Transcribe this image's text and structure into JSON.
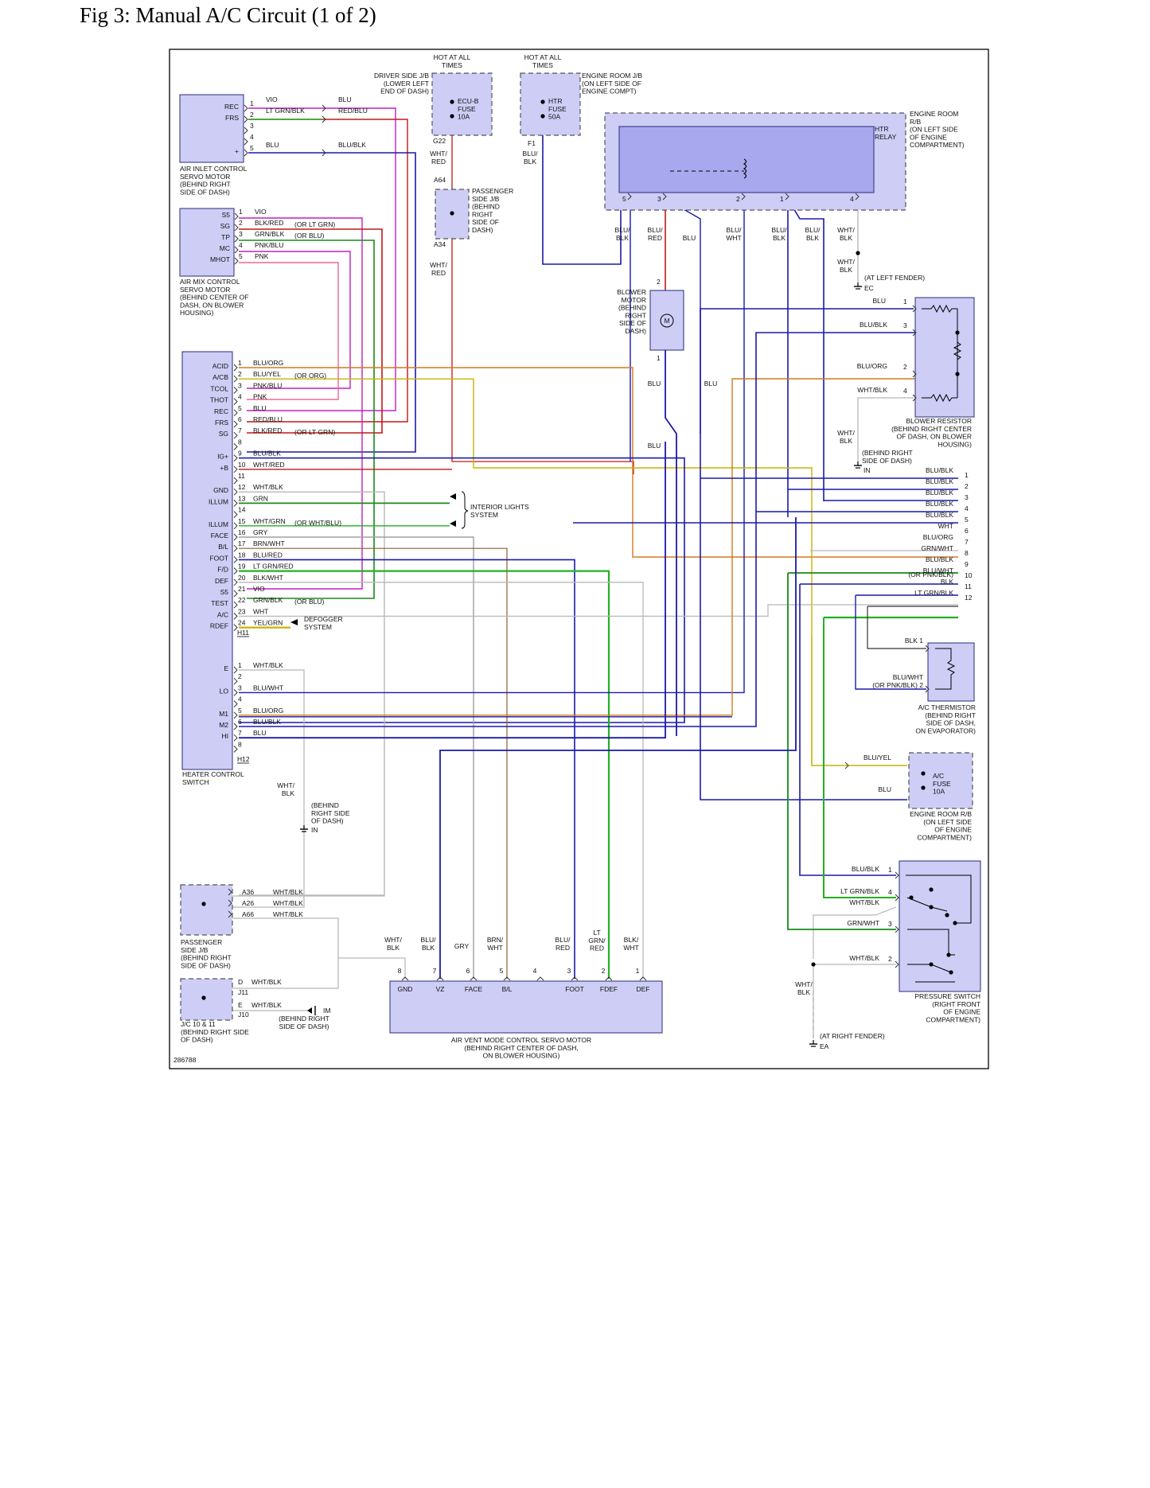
{
  "title": "Fig 3: Manual A/C Circuit (1 of 2)",
  "figure_id": "286788",
  "colors": {
    "VIO": "#c020c0",
    "BLU": "#1a1aa8",
    "LTGRN": "#22b022",
    "GRN": "#1a8a1a",
    "RED": "#c01818",
    "PNK": "#e86a9a",
    "ORG": "#d07a20",
    "YEL": "#c8b400",
    "BLK": "#333333",
    "WHT": "#b8b8b8",
    "GRY": "#a0a0a0",
    "BRN": "#8a6030",
    "BOX_FILL": "#cdcdf6",
    "RELAY_FILL": "#a8a8ee"
  },
  "supply": {
    "hot1": "HOT AT ALL\nTIMES",
    "hot2": "HOT AT ALL\nTIMES",
    "driver_jb": "DRIVER SIDE J/B\n(LOWER LEFT\nEND OF DASH)",
    "ecub_fuse": "ECU-B\nFUSE\n10A",
    "engine_jb": "ENGINE ROOM J/B\n(ON LEFT SIDE OF\nENGINE COMPT)",
    "htr_fuse": "HTR\nFUSE\n50A",
    "g22": "G22",
    "f1": "F1",
    "a64": "A64",
    "a34": "A34",
    "whtred_1": "WHT/\nRED",
    "blublk_1": "BLU/\nBLK",
    "whtred_2": "WHT/\nRED",
    "pass_jb": "PASSENGER\nSIDE J/B\n(BEHIND\nRIGHT\nSIDE OF\nDASH)"
  },
  "relay": {
    "box_label": "ENGINE ROOM\nR/B\n(ON LEFT SIDE\nOF ENGINE\nCOMPARTMENT)",
    "relay_label": "HTR\nRELAY",
    "pins": [
      "5",
      "3",
      "2",
      "1",
      "4"
    ],
    "wires": [
      "BLU/\nBLK",
      "BLU/\nRED",
      "BLU",
      "BLU/\nWHT",
      "BLU/\nBLK",
      "BLU/\nBLK",
      "WHT/\nBLK"
    ],
    "whtblk_down": "WHT/\nBLK",
    "fender": "(AT LEFT FENDER)",
    "ec": "EC"
  },
  "inlet": {
    "label": "AIR INLET CONTROL\nSERVO MOTOR\n(BEHIND RIGHT\nSIDE OF DASH)",
    "terms": [
      "REC",
      "FRS",
      "",
      "",
      "+"
    ],
    "pins": [
      "1",
      "2",
      "3",
      "4",
      "5"
    ],
    "colors": [
      "VIO",
      "LT GRN/BLK",
      "",
      "",
      "BLU"
    ],
    "far": [
      "BLU",
      "RED/BLU",
      "BLU/BLK"
    ]
  },
  "mix": {
    "label": "AIR MIX CONTROL\nSERVO MOTOR\n(BEHIND CENTER OF\nDASH, ON BLOWER\nHOUSING)",
    "terms": [
      "S5",
      "SG",
      "TP",
      "MC",
      "MHOT"
    ],
    "pins": [
      "1",
      "2",
      "3",
      "4",
      "5"
    ],
    "colors": [
      "VIO",
      "BLK/RED",
      "GRN/BLK",
      "PNK/BLU",
      "PNK"
    ],
    "notes": [
      "",
      "(OR LT GRN)",
      "(OR BLU)",
      "",
      ""
    ]
  },
  "heater": {
    "label": "HEATER CONTROL\nSWITCH",
    "terms": [
      "ACID",
      "A/CB",
      "TCOL",
      "THOT",
      "REC",
      "FRS",
      "SG",
      "",
      "IG+",
      "+B",
      "",
      "GND",
      "ILLUM",
      "",
      "ILLUM",
      "FACE",
      "B/L",
      "FOOT",
      "F/D",
      "DEF",
      "S5",
      "TEST",
      "A/C",
      "RDEF"
    ],
    "pins": [
      "1",
      "2",
      "3",
      "4",
      "5",
      "6",
      "7",
      "8",
      "9",
      "10",
      "11",
      "12",
      "13",
      "14",
      "15",
      "16",
      "17",
      "18",
      "19",
      "20",
      "21",
      "22",
      "23",
      "24"
    ],
    "colors": [
      "BLU/ORG",
      "BLU/YEL",
      "PNK/BLU",
      "PNK",
      "BLU",
      "RED/BLU",
      "BLK/RED",
      "",
      "BLU/BLK",
      "WHT/RED",
      "",
      "WHT/BLK",
      "GRN",
      "",
      "WHT/GRN",
      "GRY",
      "BRN/WHT",
      "BLU/RED",
      "LT GRN/RED",
      "BLK/WHT",
      "VIO",
      "GRN/BLK",
      "WHT",
      "YEL/GRN"
    ],
    "notes": {
      "2": "(OR ORG)",
      "7": "(OR LT GRN)",
      "15": "(OR WHT/BLU)",
      "22": "(OR BLU)"
    },
    "h11": "H11",
    "b_terms": [
      "E",
      "",
      "LO",
      "",
      "M1",
      "M2",
      "HI",
      ""
    ],
    "b_pins": [
      "1",
      "2",
      "3",
      "4",
      "5",
      "6",
      "7",
      "8"
    ],
    "b_colors": [
      "WHT/BLK",
      "",
      "BLU/WHT",
      "",
      "BLU/ORG",
      "BLU/BLK",
      "BLU",
      ""
    ],
    "h12": "H12",
    "interior": "INTERIOR LIGHTS\nSYSTEM",
    "defogger": "DEFOGGER\nSYSTEM",
    "gnd_wire": "WHT/\nBLK",
    "gnd_loc": "(BEHIND\nRIGHT SIDE\nOF DASH)",
    "in": "IN"
  },
  "blower": {
    "label": "BLOWER\nMOTOR\n(BEHIND\nRIGHT\nSIDE OF\nDASH)",
    "motor": "M",
    "pin_top": "2",
    "pin_bot": "1",
    "blu_a": "BLU",
    "blu_b": "BLU",
    "blu_c": "BLU"
  },
  "resistor": {
    "label": "BLOWER RESISTOR\n(BEHIND RIGHT CENTER\nOF DASH, ON BLOWER\nHOUSING)",
    "pins": [
      "1",
      "3",
      "2",
      "4"
    ],
    "colors": [
      "BLU",
      "BLU/BLK",
      "BLU/ORG",
      "WHT/BLK"
    ],
    "gnd_wire": "WHT/\nBLK",
    "gnd_loc": "(BEHIND RIGHT\nSIDE OF DASH)",
    "in": "IN"
  },
  "right_bus": {
    "nums": [
      "1",
      "2",
      "3",
      "4",
      "5",
      "6",
      "7",
      "8",
      "9",
      "10",
      "11",
      "12"
    ],
    "colors": [
      "BLU/BLK",
      "BLU/BLK",
      "BLU/BLK",
      "BLU/BLK",
      "BLU/BLK",
      "WHT",
      "BLU/ORG",
      "GRN/WHT",
      "BLU/BLK",
      "BLU/WHT",
      "BLK",
      "LT GRN/BLK"
    ],
    "note10": "(OR PNK/BLK)"
  },
  "thermistor": {
    "label": "A/C THERMISTOR\n(BEHIND RIGHT\nSIDE OF DASH,\nON EVAPORATOR)",
    "pin1": "BLK  1",
    "pin2": "BLU/WHT\n(OR PNK/BLK)  2"
  },
  "acfuse": {
    "fuse": "A/C\nFUSE\n10A",
    "label": "ENGINE ROOM R/B\n(ON LEFT SIDE\nOF ENGINE\nCOMPARTMENT)",
    "bluyel": "BLU/YEL",
    "blu": "BLU"
  },
  "pressure": {
    "label": "PRESSURE SWITCH\n(RIGHT FRONT\nOF ENGINE\nCOMPARTMENT)",
    "pins": [
      "1",
      "4",
      "3",
      "2"
    ],
    "colors": [
      "BLU/BLK",
      "LT GRN/BLK",
      "GRN/WHT",
      "WHT/BLK"
    ],
    "whtblk": "WHT/BLK",
    "gnd_wire": "WHT/\nBLK",
    "fender": "(AT RIGHT FENDER)",
    "ea": "EA"
  },
  "pass_jb2": {
    "label": "PASSENGER\nSIDE J/B\n(BEHIND RIGHT\nSIDE OF DASH)",
    "conns": [
      "A36",
      "A26",
      "A66"
    ],
    "colors": [
      "WHT/BLK",
      "WHT/BLK",
      "WHT/BLK"
    ]
  },
  "jc": {
    "label": "J/C 10 & 11\n(BEHIND RIGHT SIDE\nOF DASH)",
    "d": "D",
    "j11": "J11",
    "e": "E",
    "j10": "J10",
    "c1": "WHT/BLK",
    "c2": "WHT/BLK",
    "im": "IM",
    "loc": "(BEHIND RIGHT\nSIDE OF DASH)"
  },
  "vent": {
    "label": "AIR VENT MODE CONTROL SERVO MOTOR\n(BEHIND RIGHT CENTER OF DASH,\nON BLOWER HOUSING)",
    "terms": [
      "GND",
      "VZ",
      "FACE",
      "B/L",
      "",
      "FOOT",
      "FDEF",
      "DEF"
    ],
    "pins": [
      "8",
      "7",
      "6",
      "5",
      "4",
      "3",
      "2",
      "1"
    ],
    "colors": [
      "WHT/\nBLK",
      "BLU/\nBLK",
      "GRY",
      "BRN/\nWHT",
      "",
      "BLU/\nRED",
      "LT\nGRN/\nRED",
      "BLK/\nWHT"
    ]
  }
}
